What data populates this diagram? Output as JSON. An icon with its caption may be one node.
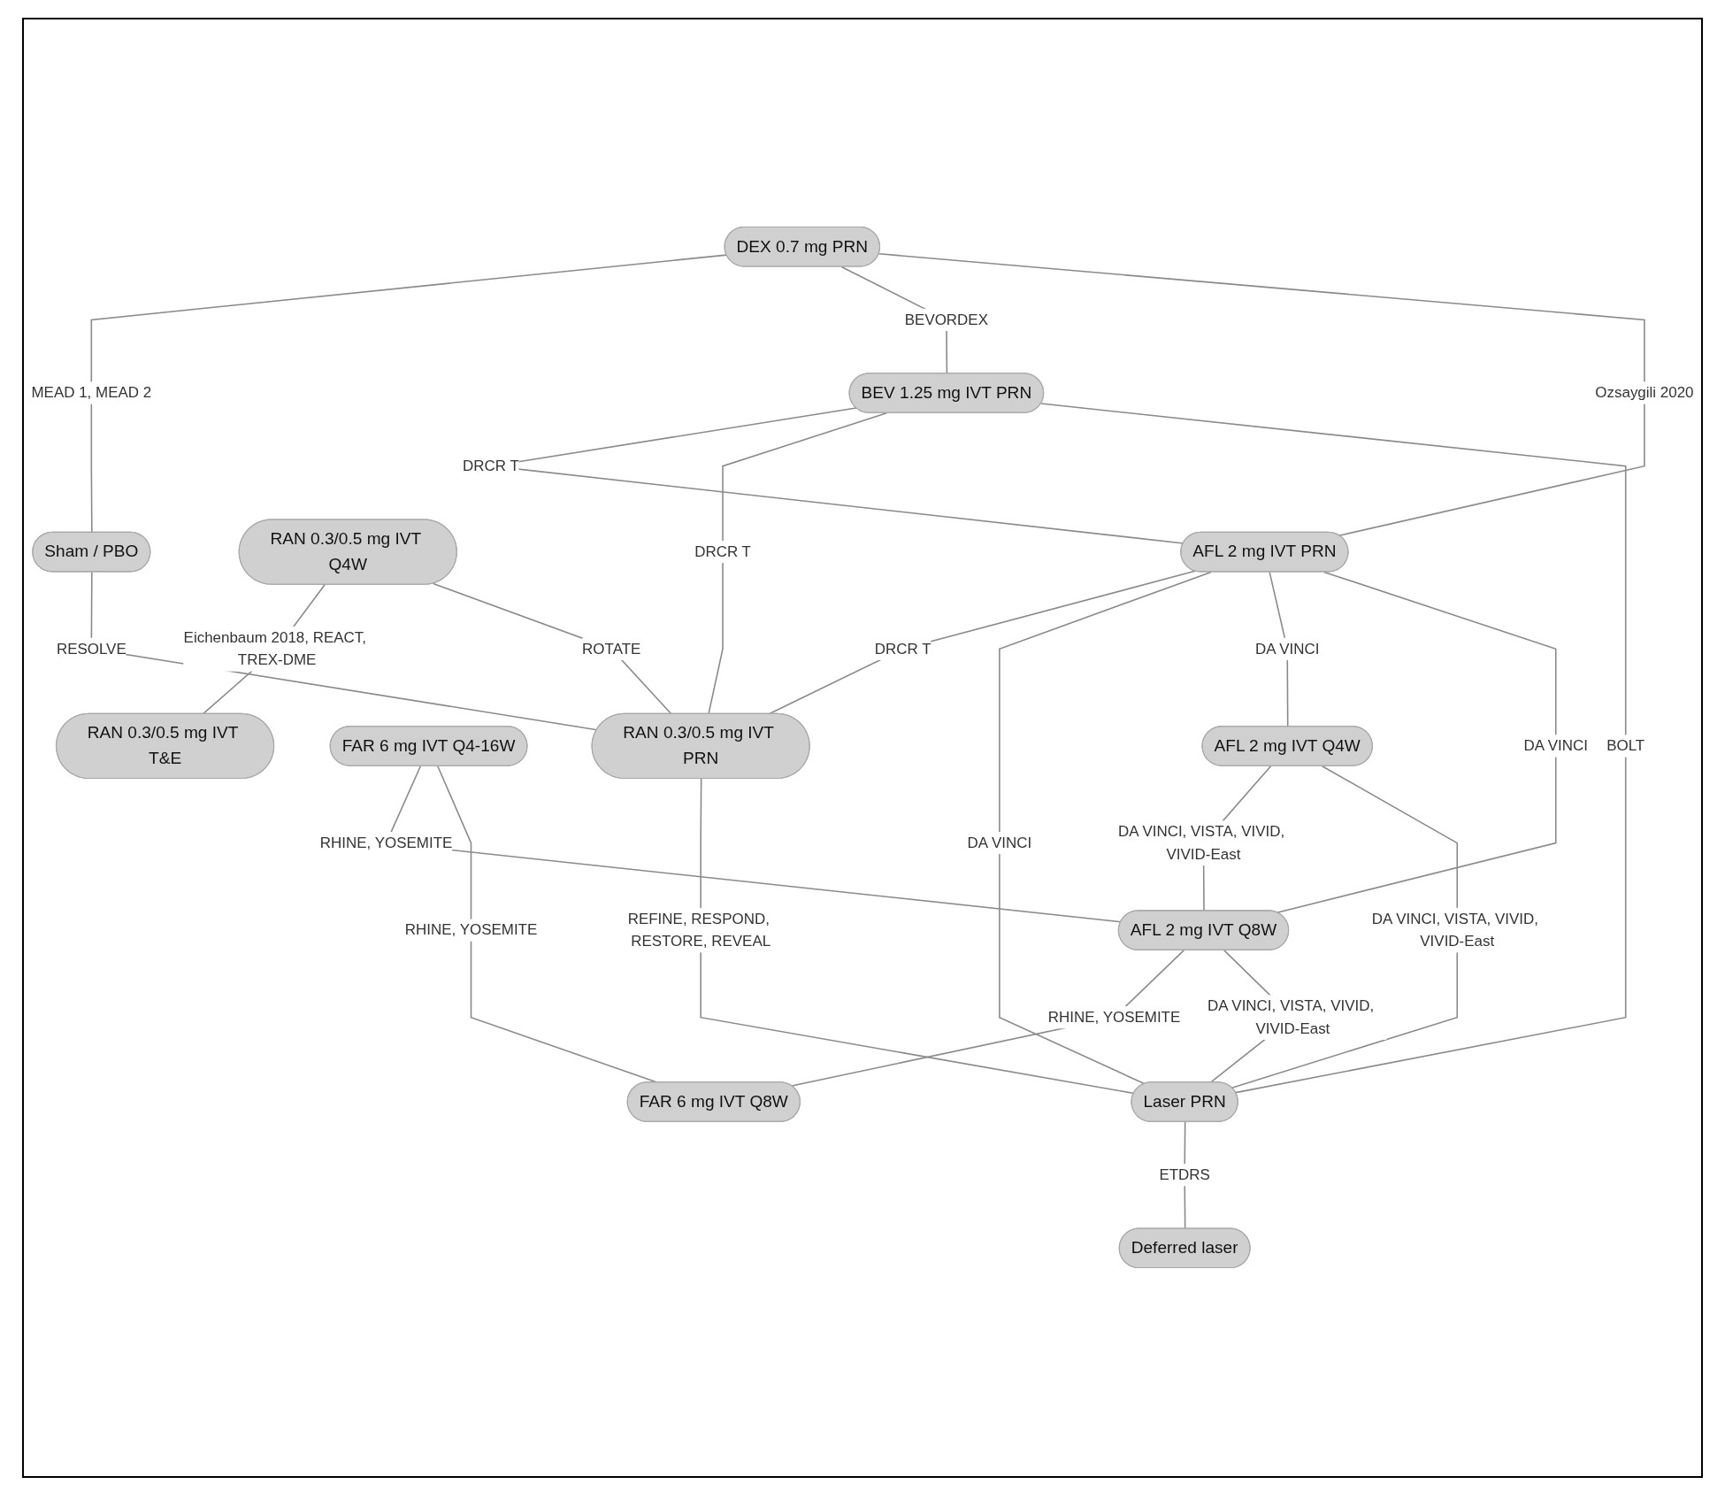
{
  "diagram": {
    "nodes": [
      {
        "text": [
          "DEX 0.7 mg PRN"
        ]
      },
      {
        "text": [
          "Sham / PBO"
        ]
      },
      {
        "text": [
          "RAN 0.3/0.5 mg IVT Q4W"
        ]
      },
      {
        "text": [
          "BEV 1.25 mg IVT PRN"
        ]
      },
      {
        "text": [
          "RAN 0.3/0.5 mg IVT T&E"
        ]
      },
      {
        "text": [
          "AFL 2 mg IVT PRN"
        ]
      },
      {
        "text": [
          "FAR 6 mg IVT Q4-16W"
        ]
      },
      {
        "text": [
          "RAN 0.3/0.5 mg IVT PRN"
        ]
      },
      {
        "text": [
          "AFL 2 mg IVT Q8W"
        ]
      },
      {
        "text": [
          "AFL 2 mg IVT Q4W"
        ]
      },
      {
        "text": [
          "FAR 6 mg IVT Q8W"
        ]
      },
      {
        "text": [
          "Laser PRN"
        ]
      },
      {
        "text": [
          "Deferred laser"
        ]
      }
    ],
    "edges": [
      {
        "from": 0,
        "to": 1,
        "arrow": "none",
        "label": "MEAD 1, MEAD 2"
      },
      {
        "from": 0,
        "to": 3,
        "arrow": "none",
        "label": "BEVORDEX"
      },
      {
        "from": 0,
        "to": 5,
        "arrow": "none",
        "label": "Ozsaygili 2020"
      },
      {
        "from": 2,
        "to": 4,
        "arrow": "none",
        "label": "Eichenbaum 2018, REACT, TREX-DME"
      },
      {
        "from": 2,
        "to": 7,
        "arrow": "none",
        "label": "ROTATE"
      },
      {
        "from": 1,
        "to": 7,
        "arrow": "none",
        "label": "RESOLVE"
      },
      {
        "from": 3,
        "to": 5,
        "arrow": "none",
        "label": "DRCR T"
      },
      {
        "from": 3,
        "to": 7,
        "arrow": "none",
        "label": "DRCR T"
      },
      {
        "from": 3,
        "to": 11,
        "arrow": "none",
        "label": "BOLT"
      },
      {
        "from": 5,
        "to": 7,
        "arrow": "none",
        "label": "DRCR T"
      },
      {
        "from": 5,
        "to": 11,
        "arrow": "none",
        "label": "DA VINCI"
      },
      {
        "from": 5,
        "to": 9,
        "arrow": "none",
        "label": "DA VINCI"
      },
      {
        "from": 5,
        "to": 8,
        "arrow": "none",
        "label": "DA VINCI"
      },
      {
        "from": 6,
        "to": 8,
        "arrow": "none",
        "label": "RHINE, YOSEMITE"
      },
      {
        "from": 6,
        "to": 10,
        "arrow": "none",
        "label": "RHINE, YOSEMITE"
      },
      {
        "from": 8,
        "to": 10,
        "arrow": "none",
        "label": "RHINE, YOSEMITE"
      },
      {
        "from": 9,
        "to": 8,
        "arrow": "none",
        "label": "DA VINCI, VISTA, VIVID, VIVID-East"
      },
      {
        "from": 9,
        "to": 11,
        "arrow": "none",
        "label": "DA VINCI, VISTA, VIVID, VIVID-East"
      },
      {
        "from": 8,
        "to": 11,
        "arrow": "none",
        "label": "DA VINCI, VISTA, VIVID, VIVID-East"
      },
      {
        "from": 7,
        "to": 11,
        "arrow": "none",
        "label": "REFINE, RESPOND, RESTORE, REVEAL"
      },
      {
        "from": 11,
        "to": 12,
        "arrow": "none",
        "label": "ETDRS"
      }
    ]
  }
}
